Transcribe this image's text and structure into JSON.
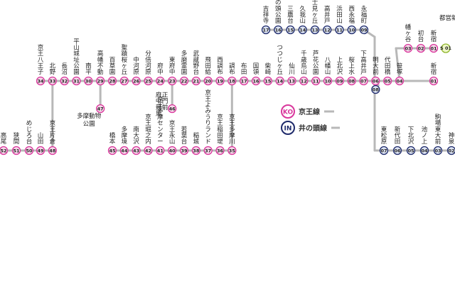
{
  "colors": {
    "keio": "#d9379c",
    "keio_fill": "#f7d7ea",
    "inokashira": "#1e2a6b",
    "inokashira_fill": "#dde4f3",
    "line": "#b8b8b8",
    "text": "#222222"
  },
  "legend": [
    {
      "code": "KO",
      "label": "京王線",
      "line": "keio"
    },
    {
      "code": "IN",
      "label": "井の頭線",
      "line": "inokashira"
    }
  ],
  "keio_main": [
    {
      "num": "34",
      "name": "京王八王子"
    },
    {
      "num": "33",
      "name": "北野"
    },
    {
      "num": "32",
      "name": "長沼"
    },
    {
      "num": "31",
      "name": "平山城址公園"
    },
    {
      "num": "30",
      "name": "南平"
    },
    {
      "num": "29",
      "name": "高幡不動"
    },
    {
      "num": "28",
      "name": "百草園"
    },
    {
      "num": "27",
      "name": "聖蹟桜ヶ丘"
    },
    {
      "num": "26",
      "name": "中河原"
    },
    {
      "num": "25",
      "name": "分倍河原"
    },
    {
      "num": "24",
      "name": "府中"
    },
    {
      "num": "23",
      "name": "東府中"
    },
    {
      "num": "22",
      "name": "多磨霊園"
    },
    {
      "num": "21",
      "name": "武蔵野台"
    },
    {
      "num": "20",
      "name": "飛田給"
    },
    {
      "num": "19",
      "name": "西調布"
    },
    {
      "num": "18",
      "name": "調布"
    },
    {
      "num": "17",
      "name": "布田"
    },
    {
      "num": "16",
      "name": "国領"
    },
    {
      "num": "15",
      "name": "柴崎"
    },
    {
      "num": "14",
      "name": "つつじヶ丘"
    },
    {
      "num": "13",
      "name": "仙川"
    },
    {
      "num": "12",
      "name": "千歳烏山"
    },
    {
      "num": "11",
      "name": "芦花公園"
    },
    {
      "num": "10",
      "name": "八幡山"
    },
    {
      "num": "09",
      "name": "上北沢"
    },
    {
      "num": "08",
      "name": "桜上水"
    },
    {
      "num": "07",
      "name": "下高井戸"
    },
    {
      "num": "06",
      "name": "明大前"
    },
    {
      "num": "05",
      "name": "代田橋"
    },
    {
      "num": "04",
      "name": "笹塚"
    }
  ],
  "keio_new_line": [
    {
      "num": "03",
      "name": "幡ヶ谷"
    },
    {
      "num": "02",
      "name": "初台"
    },
    {
      "num": "01",
      "name": "新宿"
    }
  ],
  "keio_sasazuka_shinjuku": {
    "num": "01",
    "name": "新宿"
  },
  "toei_shinjuku_label": "都営新宿線",
  "toei_code": "S 01",
  "keio_tail": [
    {
      "num": "52",
      "name": "高尾"
    },
    {
      "num": "51",
      "name": "狭間"
    },
    {
      "num": "50",
      "name": "めじろ台"
    },
    {
      "num": "49",
      "name": "山田"
    },
    {
      "num": "48",
      "name": "京王片倉"
    }
  ],
  "keio_sagamihara": [
    {
      "num": "45",
      "name": "橋本"
    },
    {
      "num": "44",
      "name": "多摩境"
    },
    {
      "num": "43",
      "name": "南大沢"
    },
    {
      "num": "42",
      "name": "京王堀之内"
    },
    {
      "num": "41",
      "name": "京王多摩センター"
    },
    {
      "num": "40",
      "name": "京王永山"
    },
    {
      "num": "39",
      "name": "若葉台"
    },
    {
      "num": "38",
      "name": "稲城"
    },
    {
      "num": "37",
      "name": "京王よみうりランド"
    },
    {
      "num": "36",
      "name": "京王稲田堤"
    },
    {
      "num": "35",
      "name": "京王多摩川"
    }
  ],
  "keio_dobutsuen": {
    "num": "47",
    "name": "多摩動物公園"
  },
  "keio_keibajo": {
    "num": "46",
    "name": "府中競馬正門前"
  },
  "inokashira_top": [
    {
      "num": "17",
      "name": "吉祥寺"
    },
    {
      "num": "16",
      "name": "井の頭公園"
    },
    {
      "num": "15",
      "name": "三鷹台"
    },
    {
      "num": "14",
      "name": "久我山"
    },
    {
      "num": "13",
      "name": "富士見ヶ丘"
    },
    {
      "num": "12",
      "name": "高井戸"
    },
    {
      "num": "11",
      "name": "浜田山"
    },
    {
      "num": "10",
      "name": "西永福"
    },
    {
      "num": "09",
      "name": "永福町"
    }
  ],
  "inokashira_junction": {
    "num": "08",
    "name": "明大前"
  },
  "inokashira_bottom": [
    {
      "num": "07",
      "name": "東松原"
    },
    {
      "num": "06",
      "name": "新代田"
    },
    {
      "num": "05",
      "name": "下北沢"
    },
    {
      "num": "04",
      "name": "池ノ上"
    },
    {
      "num": "03",
      "name": "駒場東大前"
    },
    {
      "num": "02",
      "name": "神泉"
    }
  ]
}
